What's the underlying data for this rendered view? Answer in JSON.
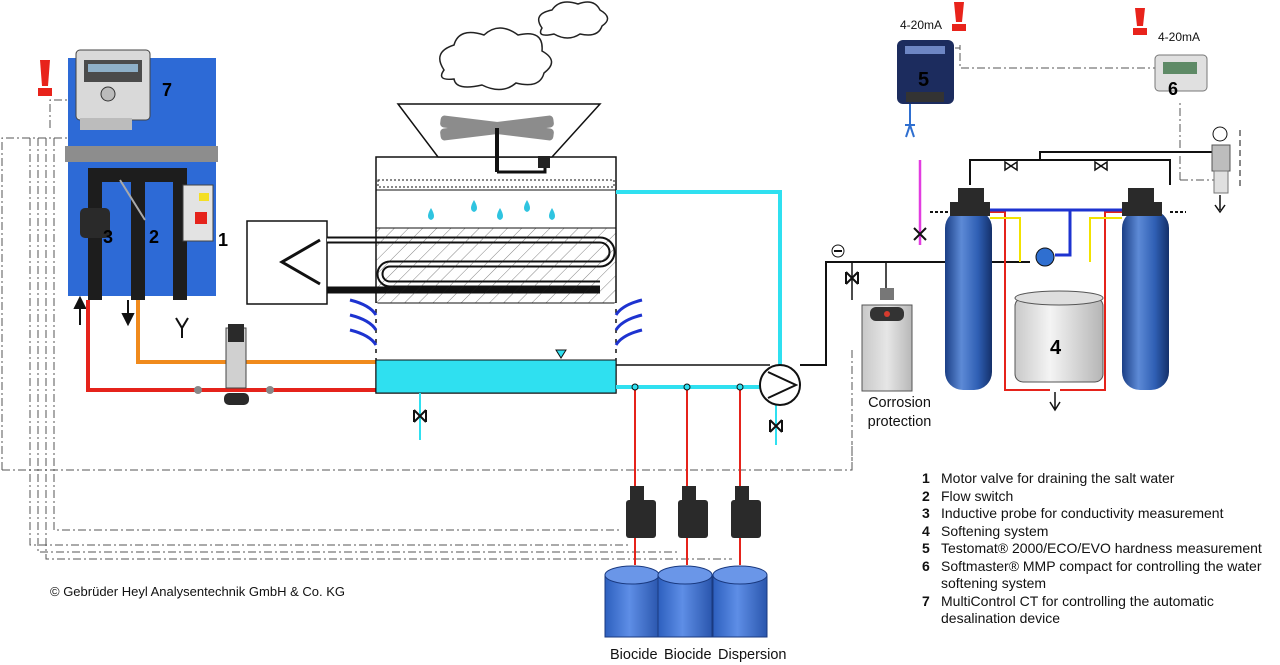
{
  "components": {
    "n1": "1",
    "n2": "2",
    "n3": "3",
    "n4": "4",
    "n5": "5",
    "n6": "6",
    "n7": "7"
  },
  "signal_label": "4-20mA",
  "corrosion_protection": "Corrosion protection",
  "tanks": [
    "Biocide",
    "Biocide",
    "Dispersion"
  ],
  "copyright": "© Gebrüder Heyl Analysentechnik GmbH & Co. KG",
  "legend": [
    {
      "num": "1",
      "text": "Motor valve for draining the salt water"
    },
    {
      "num": "2",
      "text": "Flow switch"
    },
    {
      "num": "3",
      "text": "Inductive probe for conductivity measurement"
    },
    {
      "num": "4",
      "text": "Softening system"
    },
    {
      "num": "5",
      "text": "Testomat® 2000/ECO/EVO hardness measurement"
    },
    {
      "num": "6",
      "text": "Softmaster® MMP compact  for controlling the water softening system"
    },
    {
      "num": "7",
      "text": "MultiControl CT for controlling the automatic desalination device"
    }
  ],
  "colors": {
    "water": "#2fe0f0",
    "salt_line": "#e5231b",
    "drain_line": "#f08a1c",
    "panel_blue": "#2d6ad6",
    "tank_blue": "#2f6fd0",
    "alarm_red": "#e8231b",
    "soft_red": "#e5231b",
    "soft_yellow": "#f2e200",
    "magenta": "#e23ce0"
  }
}
